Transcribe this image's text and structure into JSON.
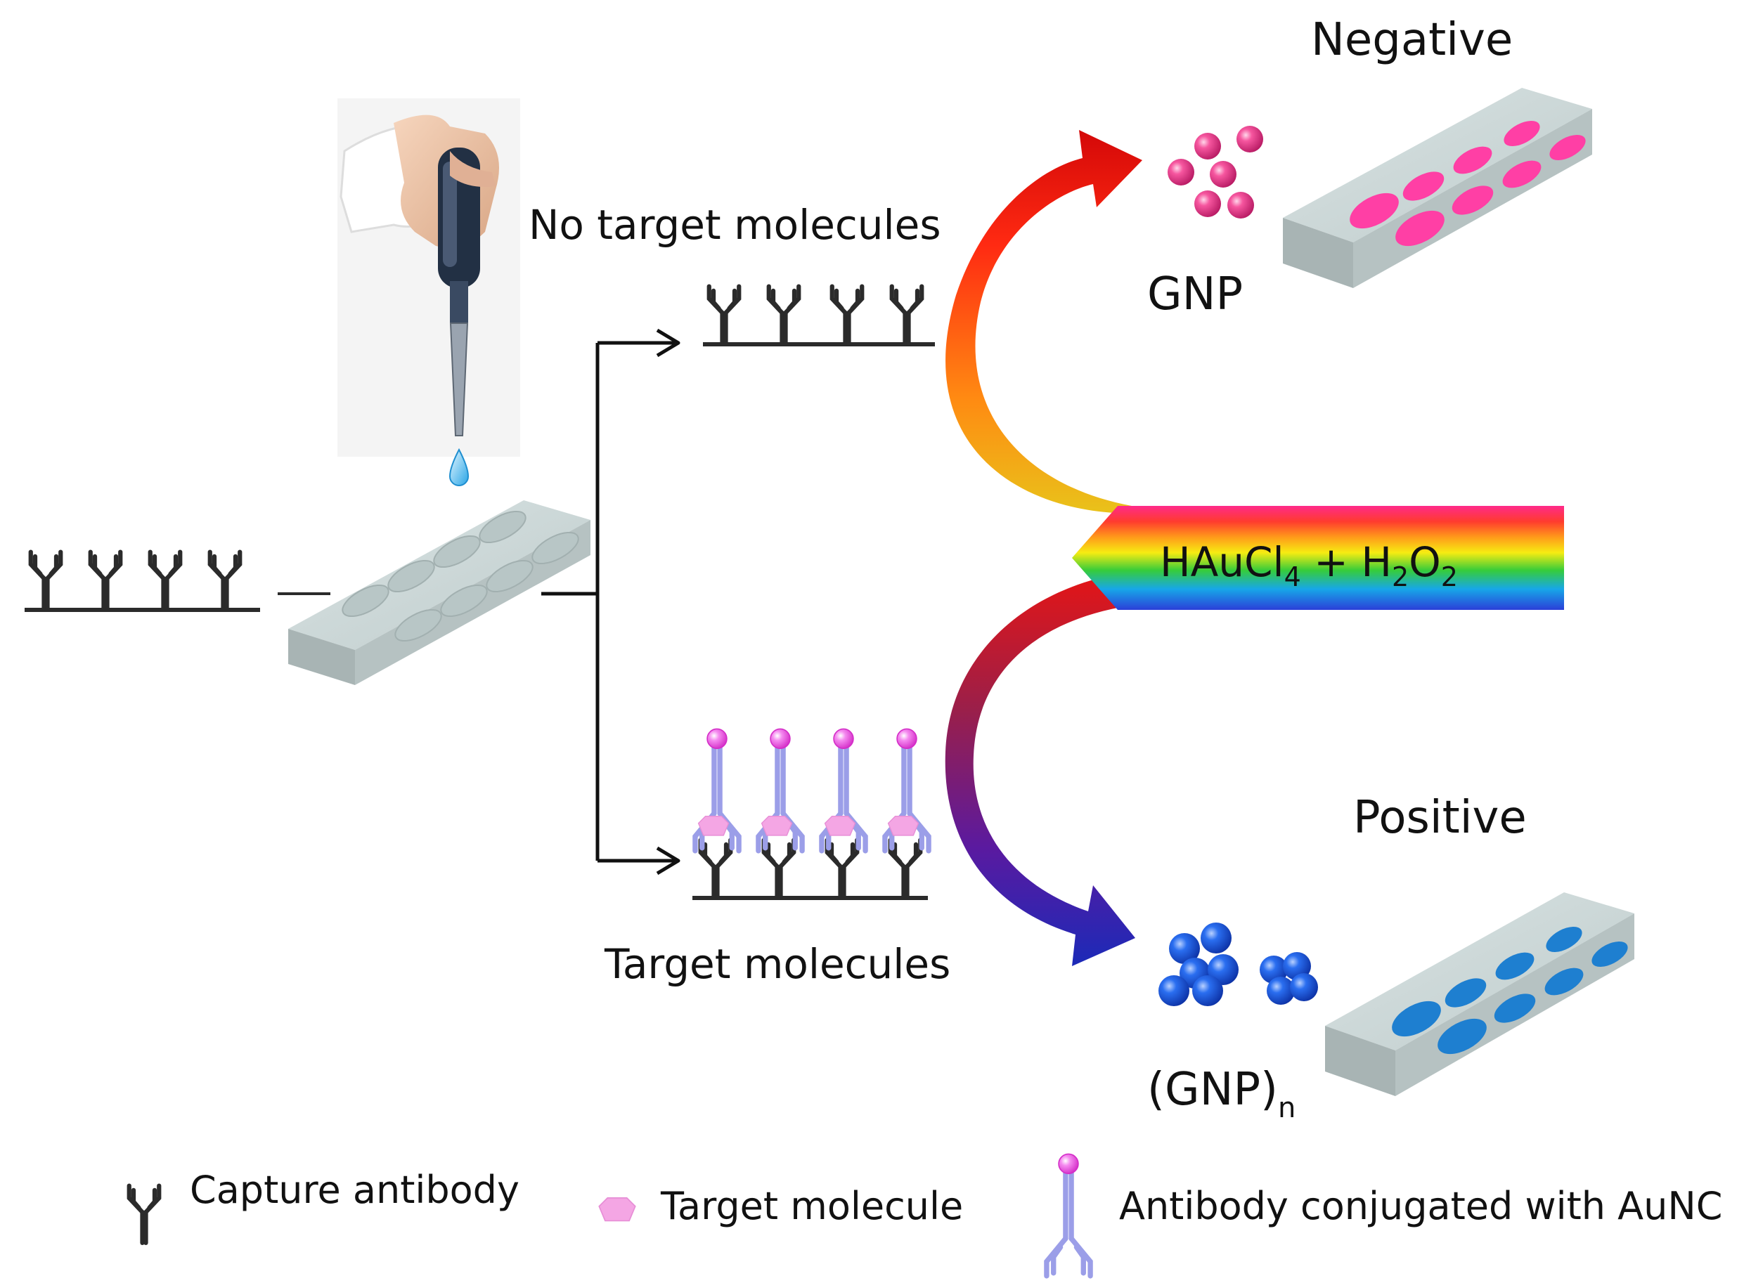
{
  "labels": {
    "negative": "Negative",
    "positive": "Positive",
    "no_target": "No  target molecules",
    "target": "Target molecules",
    "gnp": "GNP",
    "gnp_n_base": "(GNP)",
    "gnp_n_sub": "n",
    "reagent": {
      "a": "HAuCl",
      "a_sub": "4",
      "plus": " + H",
      "b_sub": "2",
      "o": "O",
      "c_sub": "2"
    }
  },
  "legend": [
    {
      "icon": "capture-antibody-icon",
      "label": "Capture antibody"
    },
    {
      "icon": "target-molecule-icon",
      "label": "Target molecule"
    },
    {
      "icon": "conjugated-antibody-icon",
      "label": "Antibody conjugated with  AuNC"
    }
  ],
  "colors": {
    "antibody": "#2b2b2b",
    "target_molecule": "#f4a6e4",
    "conjugated_antibody": "#9b9ee8",
    "aunc": "#f050e0",
    "gnp_negative": "#ee2f8c",
    "gnp_positive": "#1560e0",
    "well_negative": "#ff3fa5",
    "well_positive": "#1e7fd0",
    "plate": "#c8d4d4"
  }
}
